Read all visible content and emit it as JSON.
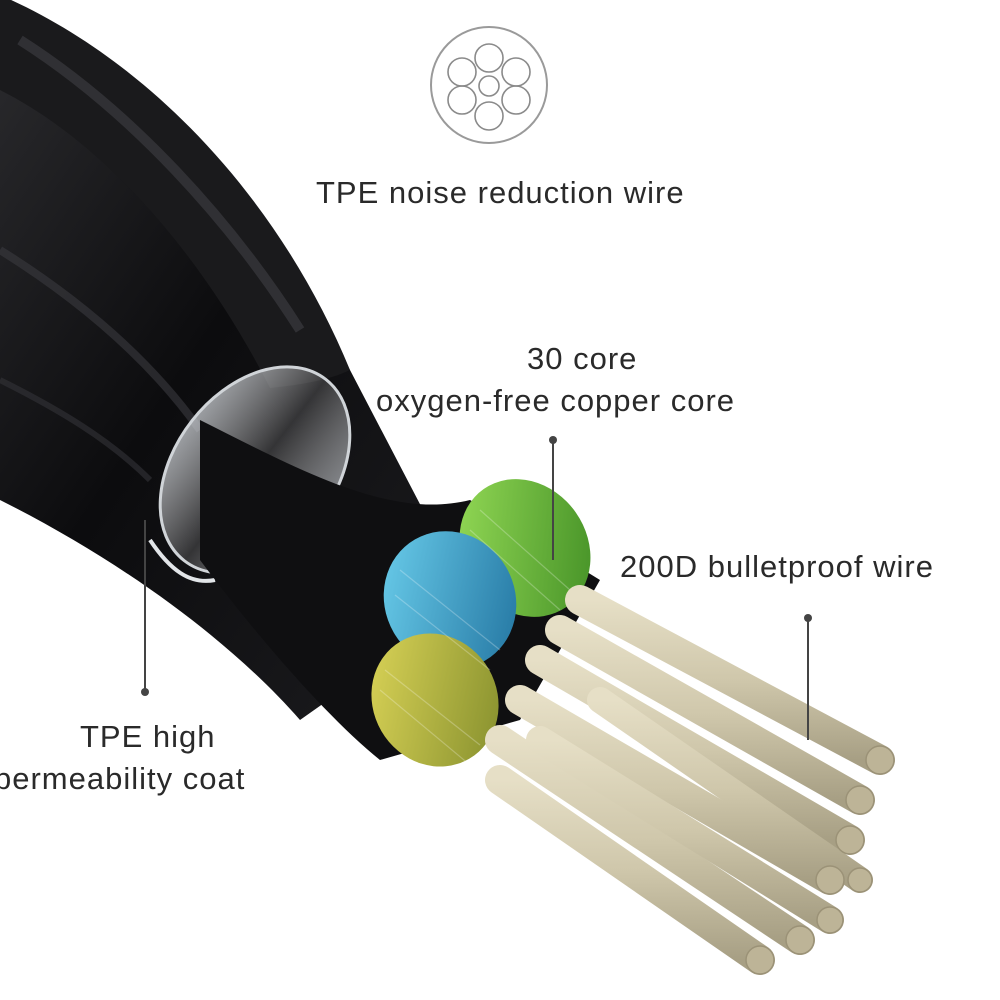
{
  "labels": {
    "noise_wire": "TPE noise reduction wire",
    "copper_line1": "30 core",
    "copper_line2": "oxygen-free copper core",
    "bulletproof": "200D bulletproof wire",
    "coat_line1": "TPE high",
    "coat_line2": "permeability coat"
  },
  "colors": {
    "jacket": "#121214",
    "green_core": "#6fc23a",
    "blue_core": "#2f9fd0",
    "yellow_core": "#b8b23a",
    "fiber": "#cfc7ab",
    "leader_line": "#444444"
  }
}
